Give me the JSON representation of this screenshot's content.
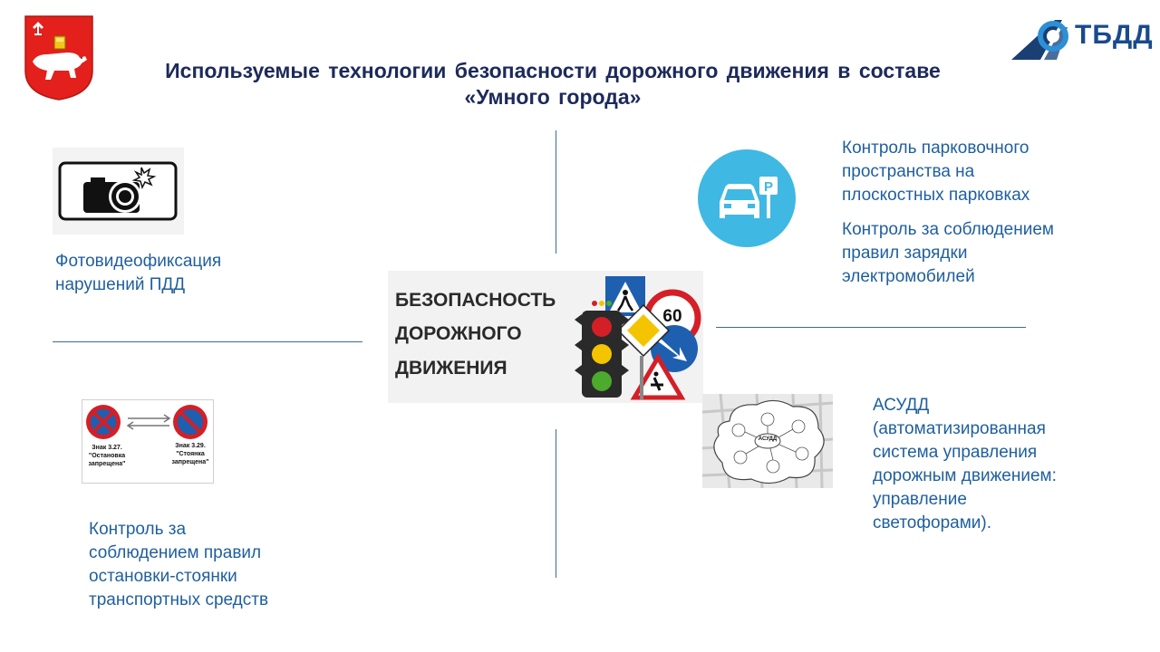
{
  "header": {
    "title_line1": "Используемые технологии безопасности дорожного движения в составе",
    "title_line2": "«Умного города»",
    "logo_text": "ТБДД"
  },
  "center_image": {
    "line1": "БЕЗОПАСНОСТЬ",
    "line2": "ДОРОЖНОГО",
    "line3": "ДВИЖЕНИЯ",
    "speed_limit": "60"
  },
  "sections": {
    "photo": {
      "line1": "Фотовидеофиксация",
      "line2": "нарушений ПДД"
    },
    "parking": {
      "line1": "Контроль парковочного",
      "line2": "пространства на",
      "line3": "плоскостных парковках",
      "icon_letter": "P"
    },
    "charging": {
      "line1": "Контроль за соблюдением",
      "line2": "правил зарядки",
      "line3": "электромобилей"
    },
    "stopping": {
      "line1": "Контроль за",
      "line2": "соблюдением правил",
      "line3": "остановки-стоянки",
      "line4": "транспортных средств",
      "sign1_l1": "Знак 3.27.",
      "sign1_l2": "\"Остановка",
      "sign1_l3": "запрещена\"",
      "sign2_l1": "Знак 3.29.",
      "sign2_l2": "\"Стоянка",
      "sign2_l3": "запрещена\""
    },
    "asudd": {
      "line1": "АСУДД",
      "line2": "(автоматизированная",
      "line3": "система управления",
      "line4": "дорожным движением:",
      "line5": "управление",
      "line6": "светофорами).",
      "diagram_center": "АСУДД"
    }
  },
  "colors": {
    "title": "#1c2a5a",
    "body_text": "#1f5f9e",
    "divider": "#3b6aa0",
    "parking_circle": "#3fb8e3",
    "crest_red": "#e3201b"
  }
}
